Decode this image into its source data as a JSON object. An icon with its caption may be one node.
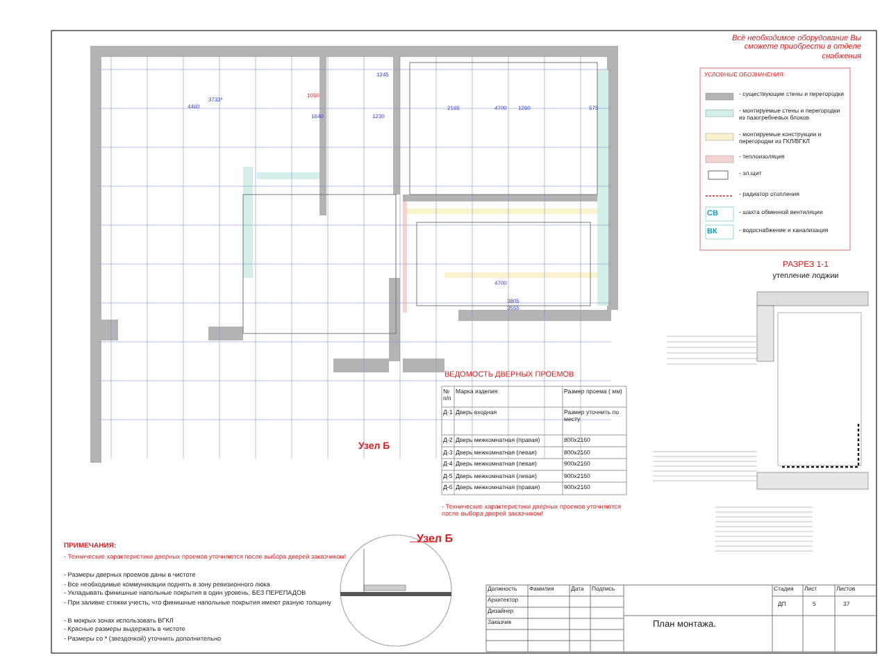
{
  "diagram": {
    "labels": [
      "Всё необходимое оборудование Вы сможете приобрести в отделе снабжения",
      "УСЛОВНЫЕ ОБОЗНАЧЕНИЯ:",
      "СВ",
      "ВК",
      "РАЗРЕЗ 1-1",
      "утепление лоджии",
      "ВЕДОМОСТЬ ДВЕРНЫХ ПРОЕМОВ",
      "№ п/п",
      "Марка изделия",
      "Размер проема ( мм)",
      "Д-1",
      "Дверь входная",
      "Размер уточнить по месту",
      "Д-2",
      "Дверь межкомнатная (правая)",
      "800x2160",
      "Д-3",
      "Дверь межкомнатная (левая)",
      "800x2160",
      "Д-4",
      "Дверь межкомнатная (левая)",
      "900x2160",
      "Д-5",
      "Дверь межкомнатная (левая)",
      "900x2160",
      "Д-6",
      "Дверь межкомнатная (правая)",
      "900x2160",
      "- Технические характеристики дверных проемов уточняются после выбора дверей заказчиком!",
      "Узел Б",
      "Узел Б",
      "ПРИМЕЧАНИЯ:",
      "- Технические характеристики дверных проемов уточняются после выбора дверей заказчиком!",
      "- Размеры дверных проемов даны в чистоте",
      "- Все необходимые коммуникации поднять в зону ревизионного люка",
      "- Укладывать финишные напольные покрытия в один уровень, БЕЗ ПЕРЕПАДОВ",
      "- При заливке стяжки учесть, что финишные напольные покрытия имеют разную толщину",
      "- В мокрых зонах использовать ВГКЛ",
      "- Красные размеры выдержать в чистоте",
      "- Размеры со * (звездочкой) уточнить дополнительно",
      "Должность",
      "Фамилия",
      "Дата",
      "Подпись",
      "Стадия",
      "Лист",
      "Листов",
      "Архитектор",
      "Дизайнер",
      "Заказчик",
      "ДП",
      "5",
      "37",
      "План монтажа.",
      "1245",
      "1050",
      "3733*",
      "4460",
      "1640",
      "1230",
      "2165",
      "4700",
      "1260",
      "575",
      "4700",
      "3805",
      "3555"
    ],
    "legend": [
      {
        "text": "- существующие стены и перегородки",
        "color": "#b3b3b3"
      },
      {
        "text": "- монтируемые стены и перегородки из пазогребневых блоков",
        "color": "#d3efe9"
      },
      {
        "text": "- монтируемые конструкции и перегородки из ГКЛ/ВГКЛ",
        "color": "#faf2cc"
      },
      {
        "text": "- теплоизоляция",
        "color": "#f6d3d3"
      },
      {
        "text": "- эл.щит"
      },
      {
        "text": "- радиатор отопления"
      },
      {
        "text": "- шахта обменной вентиляции"
      },
      {
        "text": "- водоснабжение и канализация"
      }
    ]
  }
}
